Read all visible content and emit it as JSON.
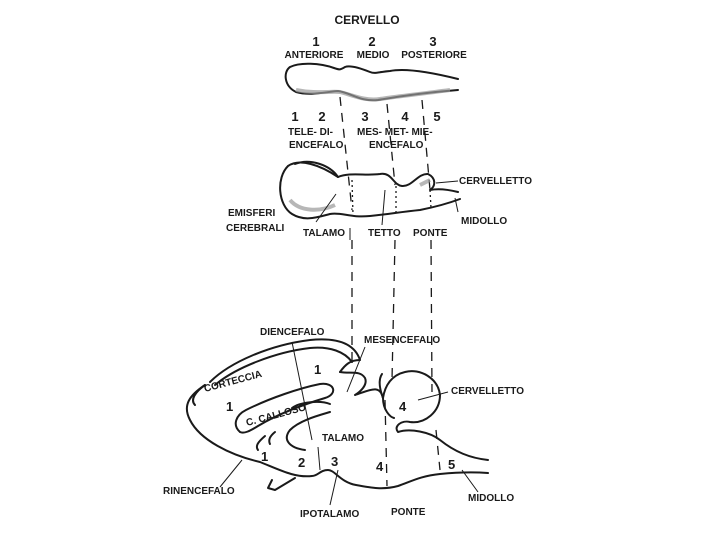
{
  "title": "CERVELLO",
  "primary_vesicles": [
    {
      "number": "1",
      "label": "ANTERIORE"
    },
    {
      "number": "2",
      "label": "MEDIO"
    },
    {
      "number": "3",
      "label": "POSTERIORE"
    }
  ],
  "secondary_vesicles": {
    "numbers": [
      "1",
      "2",
      "3",
      "4",
      "5"
    ],
    "row1_left": "TELE- DI-",
    "row2_left": "ENCEFALO",
    "row1_right": "MES- MET- MIE-",
    "row2_right": "ENCEFALO"
  },
  "middle_diagram": {
    "cervelletto": "CERVELLETTO",
    "midollo": "MIDOLLO",
    "emisferi_1": "EMISFERI",
    "emisferi_2": "CEREBRALI",
    "talamo": "TALAMO",
    "tetto": "TETTO",
    "ponte": "PONTE"
  },
  "bottom_diagram": {
    "diencefalo": "DIENCEFALO",
    "mesencefalo": "MESENCEFALO",
    "cervelletto": "CERVELLETTO",
    "corteccia": "CORTECCIA",
    "calloso": "C. CALLOSO",
    "talamo": "TALAMO",
    "rinencefalo": "RINENCEFALO",
    "ipotalamo": "IPOTALAMO",
    "ponte": "PONTE",
    "midollo": "MIDOLLO",
    "numbers": [
      "1",
      "1",
      "1",
      "2",
      "3",
      "4",
      "4",
      "5"
    ]
  }
}
